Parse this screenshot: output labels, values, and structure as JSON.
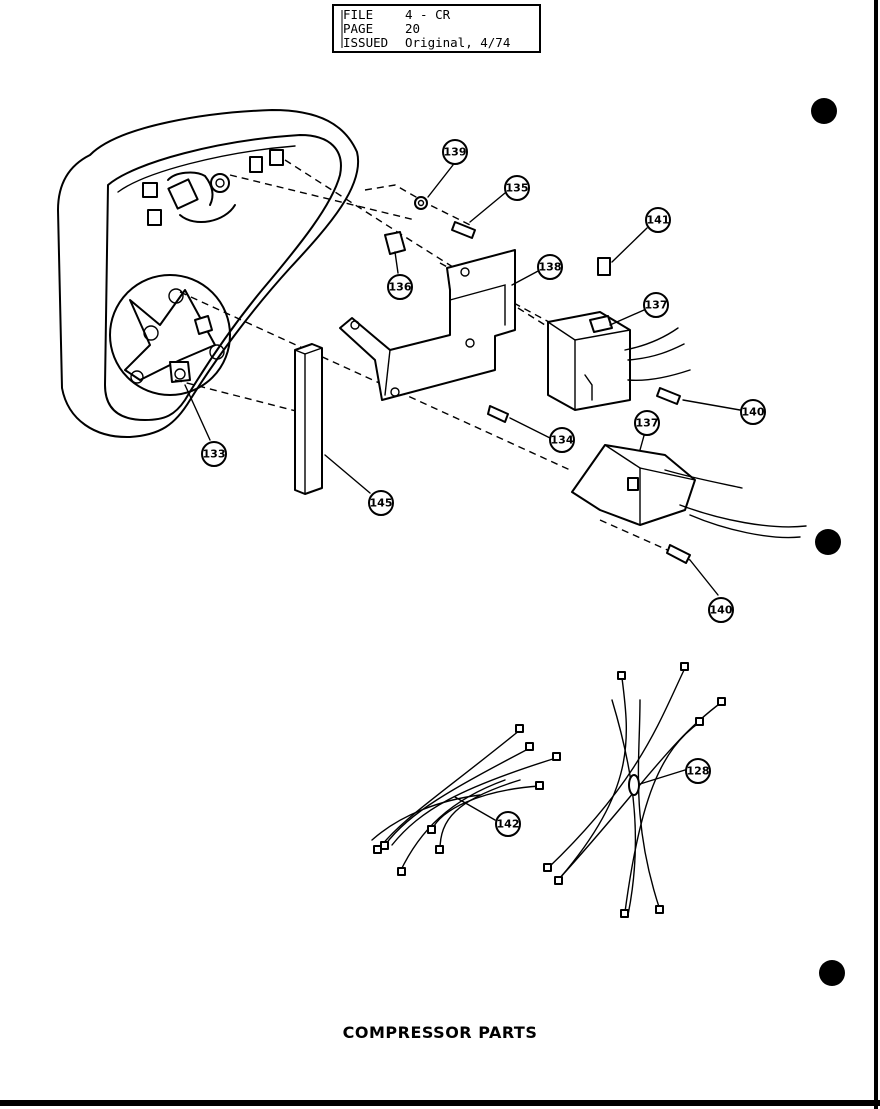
{
  "header": {
    "rows": [
      {
        "label": "FILE",
        "value": "4 - CR"
      },
      {
        "label": "PAGE",
        "value": "20"
      },
      {
        "label": "ISSUED",
        "value": "Original, 4/74"
      }
    ]
  },
  "callouts": {
    "c133": "133",
    "c134": "134",
    "c135": "135",
    "c136": "136",
    "c137a": "137",
    "c137b": "137",
    "c138": "138",
    "c139": "139",
    "c140a": "140",
    "c140b": "140",
    "c141": "141",
    "c142": "142",
    "c145": "145",
    "c128": "128"
  },
  "title": "COMPRESSOR PARTS"
}
